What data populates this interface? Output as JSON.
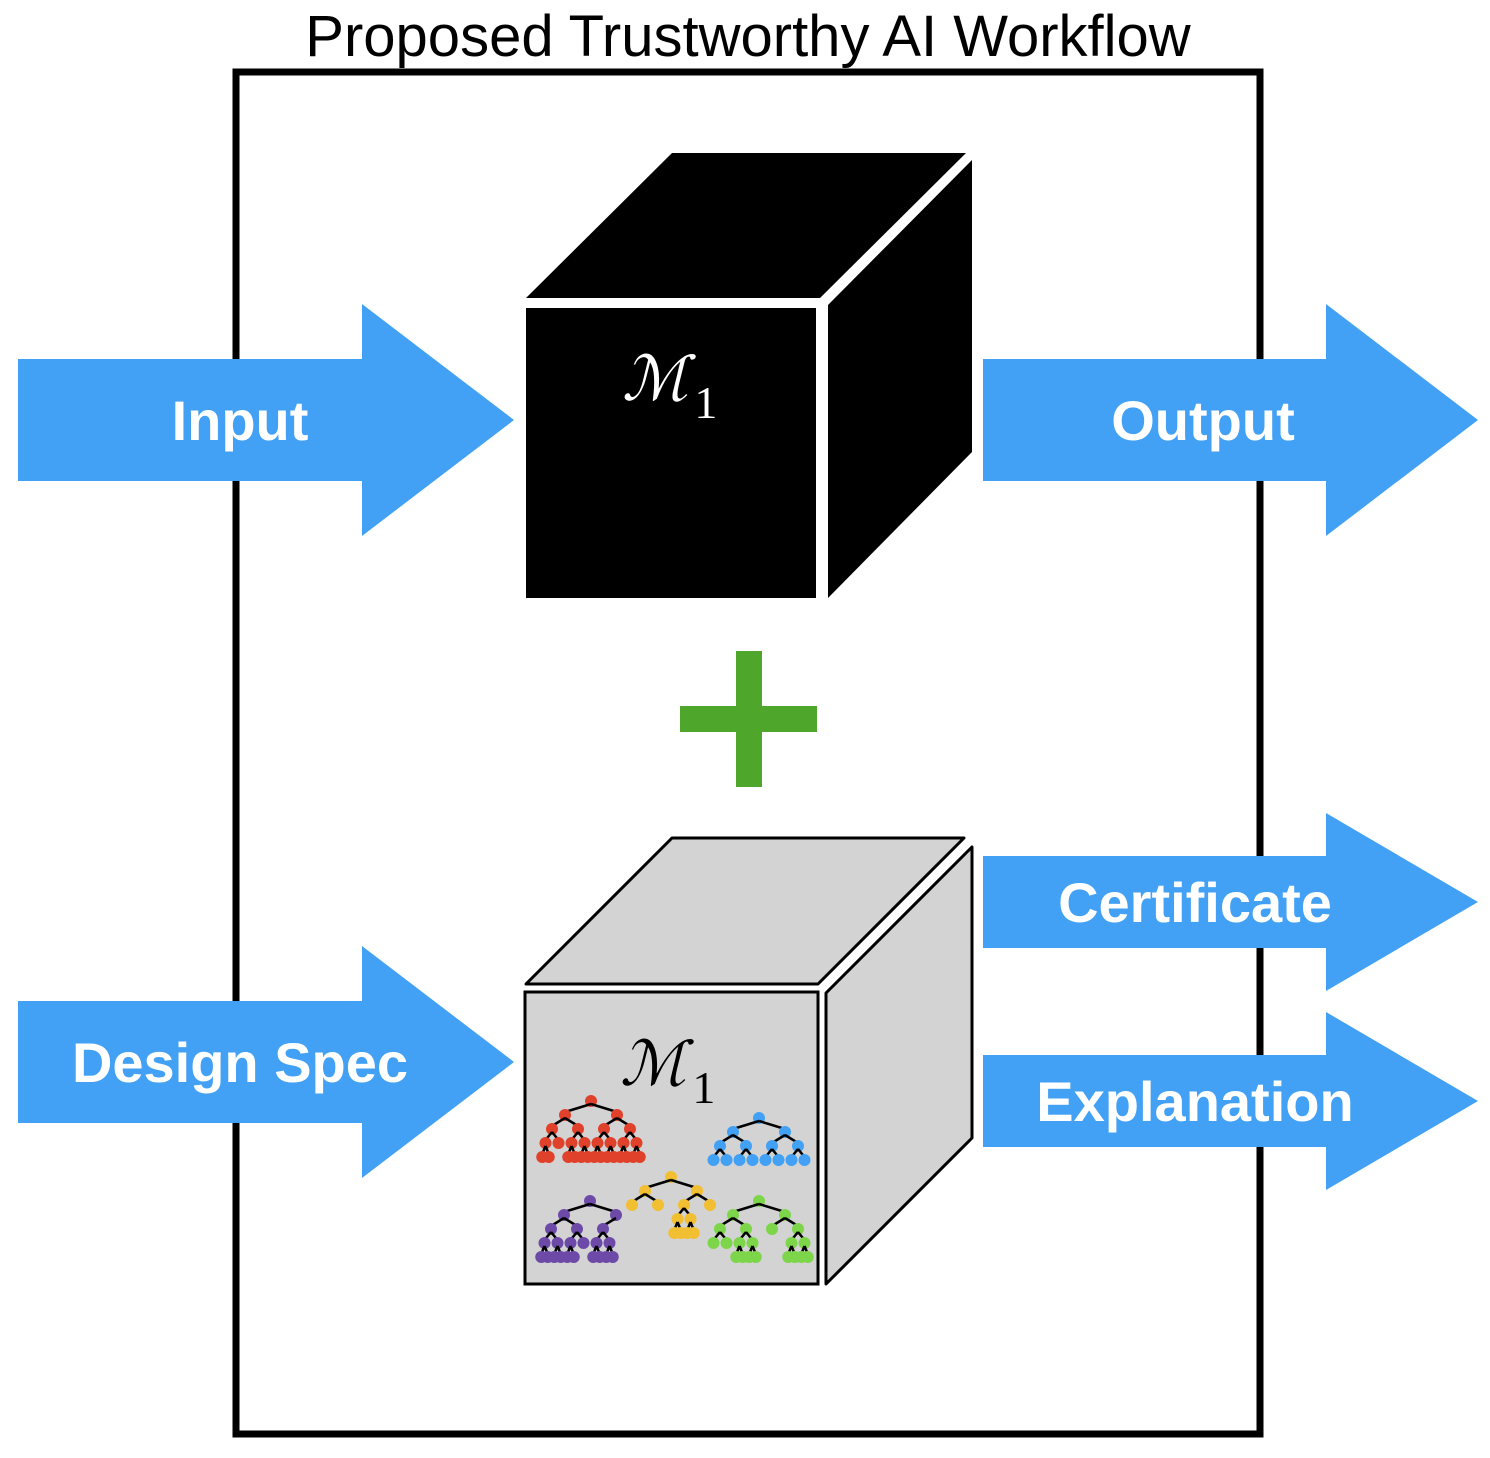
{
  "title": "Proposed Trustworthy AI Workflow",
  "colors": {
    "arrow": "#42A1F4",
    "plus": "#4EA72A",
    "black_box": "#000000",
    "gray_box": "#D3D3D3",
    "tree_red": "#E0412A",
    "tree_blue": "#42A1F4",
    "tree_yellow": "#F2BE32",
    "tree_purple": "#6E4AA8",
    "tree_green": "#7DD54A"
  },
  "inputs": {
    "input": "Input",
    "design_spec": "Design Spec"
  },
  "outputs": {
    "output": "Output",
    "certificate": "Certificate",
    "explanation": "Explanation"
  },
  "black_box_model": {
    "symbol": "ℳ",
    "subscript": "1"
  },
  "interpretable_model": {
    "symbol": "ℳ",
    "subscript": "1"
  },
  "plus_icon": "plus-icon"
}
